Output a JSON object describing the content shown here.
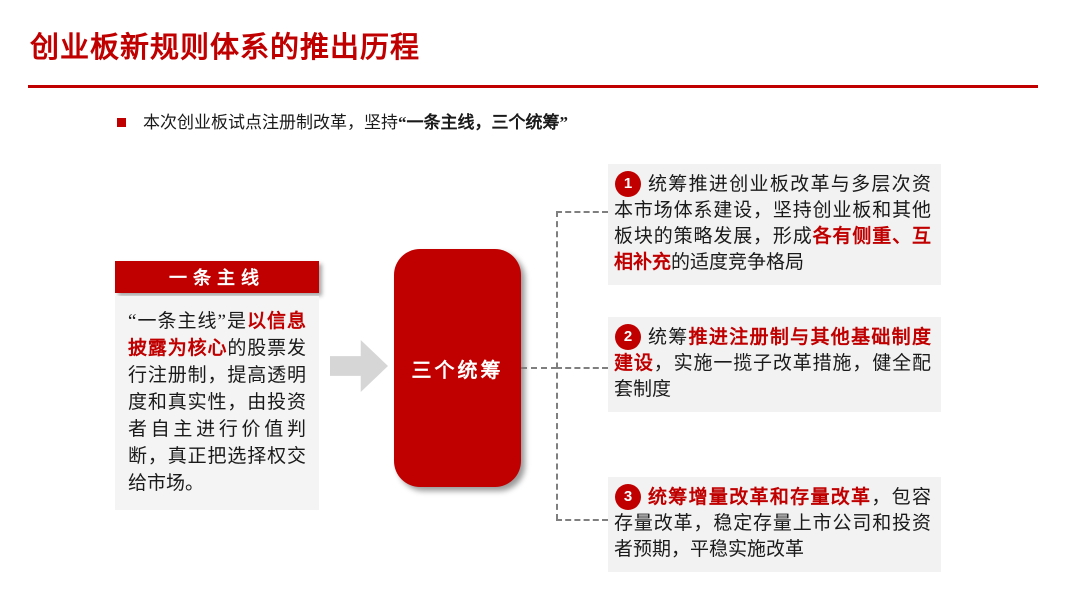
{
  "colors": {
    "accent_red": "#C00000",
    "item_bg": "#F2F2F2",
    "body_bg": "#F4F4F4",
    "arrow_gray": "#D6D6D6",
    "dash_gray": "#7F7F7F",
    "text": "#1A1A1A"
  },
  "title": "创业板新规则体系的推出历程",
  "bullet": {
    "normal": "本次创业板试点注册制改革，坚持",
    "bold": "“一条主线，三个统筹”"
  },
  "main_line": {
    "header": "一条主线",
    "body": [
      {
        "text": "“一条主线”是",
        "style": "normal"
      },
      {
        "text": "以信息披露为核心",
        "style": "red-bold"
      },
      {
        "text": "的股票发行注册制，提高透明度和真实性，由投资者自主进行价值判断，真正把选择权交给市场。",
        "style": "normal"
      }
    ]
  },
  "center_box": {
    "label": "三个统筹"
  },
  "items": [
    {
      "number": "1",
      "parts": [
        {
          "text": "统筹推进创业板改革与多层次资本市场体系建设，坚持创业板和其他板块的策略发展，形成",
          "style": "normal"
        },
        {
          "text": "各有侧重、互相补充",
          "style": "red-bold"
        },
        {
          "text": "的适度竞争格局",
          "style": "normal"
        }
      ]
    },
    {
      "number": "2",
      "parts": [
        {
          "text": "统筹",
          "style": "normal"
        },
        {
          "text": "推进注册制与其他基础制度建设",
          "style": "red-bold"
        },
        {
          "text": "，实施一揽子改革措施，健全配套制度",
          "style": "normal"
        }
      ]
    },
    {
      "number": "3",
      "parts": [
        {
          "text": "统筹增量改革和存量改革",
          "style": "red-bold"
        },
        {
          "text": "，包容存量改革，稳定存量上市公司和投资者预期，平稳实施改革",
          "style": "normal"
        }
      ]
    }
  ]
}
